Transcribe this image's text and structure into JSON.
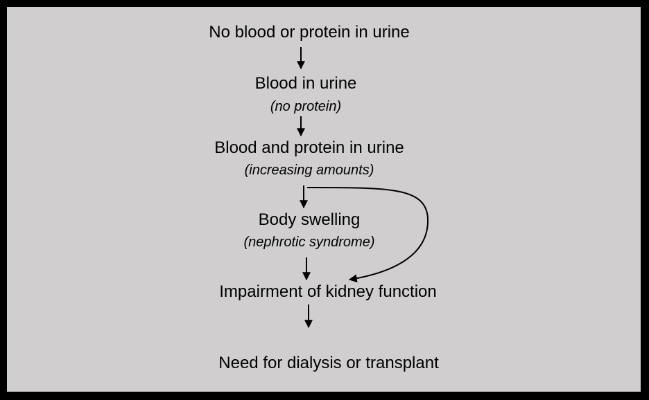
{
  "diagram": {
    "steps": [
      {
        "label": "No blood or protein in urine"
      },
      {
        "label": "Blood in urine",
        "note": "(no protein)"
      },
      {
        "label": "Blood and protein in urine",
        "note": "(increasing amounts)"
      },
      {
        "label": "Body swelling",
        "note": "(nephrotic syndrome)"
      },
      {
        "label": "Impairment of kidney function"
      },
      {
        "label": "Need for dialysis or transplant"
      }
    ]
  },
  "colors": {
    "background": "#d0cece",
    "border": "#000000",
    "text": "#000000"
  }
}
